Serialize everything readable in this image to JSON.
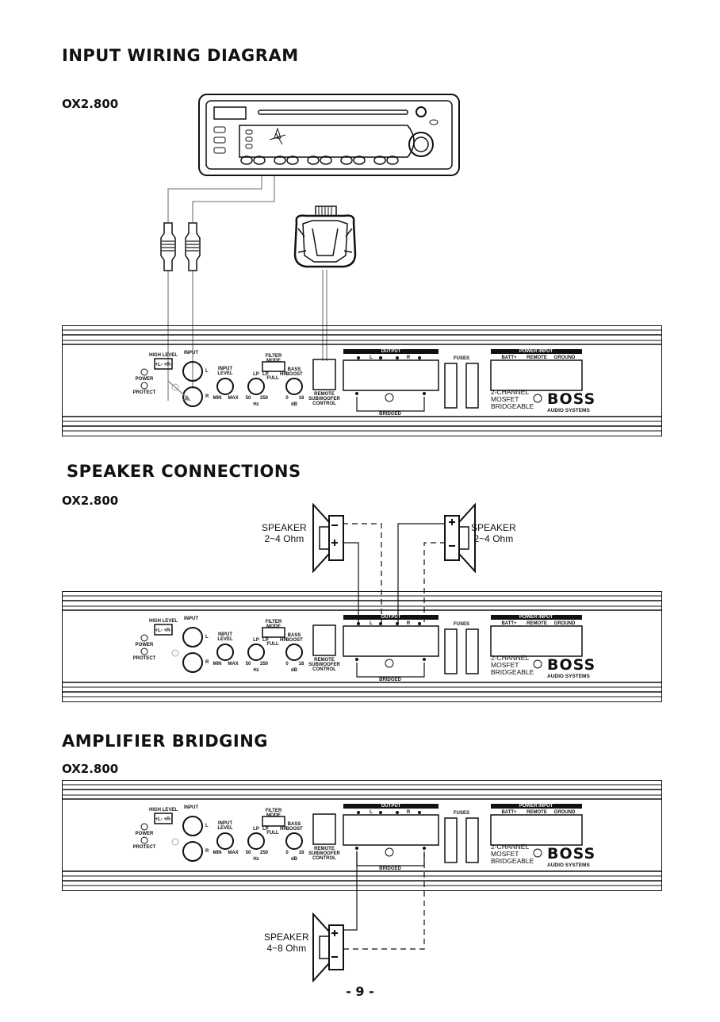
{
  "sections": [
    {
      "heading": "INPUT WIRING DIAGRAM",
      "model": "OX2.800"
    },
    {
      "heading": "SPEAKER CONNECTIONS",
      "model": "OX2.800"
    },
    {
      "heading": "AMPLIFIER BRIDGING",
      "model": "OX2.800"
    }
  ],
  "amp_labels": {
    "high_level": "HIGH LEVEL",
    "high_level_pins": "+L-  +R-",
    "input": "INPUT",
    "l": "L",
    "r": "R",
    "power": "POWER",
    "protect": "PROTECT",
    "input_level_1": "INPUT",
    "input_level_2": "LEVEL",
    "min": "MIN",
    "max": "MAX",
    "lp": "LP",
    "lp_min": "50",
    "lp_max": "250",
    "hz": "Hz",
    "filter_mode_1": "FILTER",
    "filter_mode_2": "MODE",
    "filter_lp": "LP",
    "filter_hp": "HP",
    "filter_full": "FULL",
    "bass_boost_1": "BASS",
    "bass_boost_2": "BOOST",
    "bass_min": "0",
    "bass_max": "18",
    "db": "dB",
    "remote_1": "REMOTE",
    "remote_2": "SUBWOOFER",
    "remote_3": "CONTROL",
    "output": "OUTPUT",
    "out_l": "L",
    "out_r": "R",
    "bridged": "BRIDGED",
    "fuses": "FUSES",
    "power_input": "POWER INPUT",
    "batt": "BATT+",
    "remote": "REMOTE",
    "ground": "GROUND",
    "two_channel": "2-CHANNEL",
    "mosfet": "MOSFET",
    "bridgeable": "BRIDGEABLE",
    "brand": "BOSS",
    "brand_sub": "AUDIO SYSTEMS"
  },
  "speakers": {
    "left_name": "SPEAKER",
    "left_imp": "2~4 Ohm",
    "right_name": "SPEAKER",
    "right_imp": "2~4 Ohm",
    "bridge_name": "SPEAKER",
    "bridge_imp": "4~8 Ohm"
  },
  "page_number": "- 9 -"
}
